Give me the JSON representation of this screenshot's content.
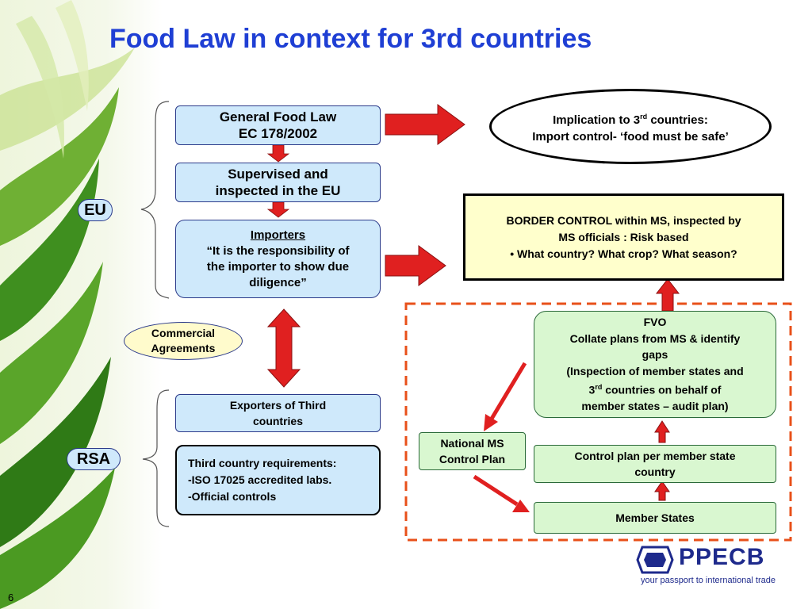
{
  "title": "Food Law in context for 3rd countries",
  "eu_tag": "EU",
  "rsa_tag": "RSA",
  "gfl": {
    "line1": "General Food Law",
    "line2": "EC 178/2002"
  },
  "supervised": {
    "line1": "Supervised and",
    "line2": "inspected in the EU"
  },
  "importers": {
    "heading": "Importers",
    "line1": "“It is the responsibility of",
    "line2": "the importer to show due",
    "line3": "diligence”"
  },
  "implication": {
    "line1_pre": "Implication to 3",
    "line1_sup": "rd",
    "line1_post": " countries:",
    "line2": "Import control- ‘food must be safe’"
  },
  "border_control": {
    "line1": "BORDER CONTROL within MS, inspected by",
    "line2": "MS officials : Risk based",
    "line3": "• What country?  What crop?  What season?"
  },
  "commercial": {
    "line1": "Commercial",
    "line2": "Agreements"
  },
  "exporters": {
    "line1": "Exporters of Third",
    "line2": "countries"
  },
  "third_country": {
    "line1": "Third country requirements:",
    "line2": "-ISO 17025 accredited labs.",
    "line3": "-Official controls"
  },
  "fvo": {
    "line1": "FVO",
    "line2": "Collate plans from MS & identify",
    "line3": "gaps",
    "line4": "(Inspection of member states and",
    "line5_pre": "3",
    "line5_sup": "rd",
    "line5_post": " countries on behalf of",
    "line6": "member states – audit plan)"
  },
  "national_ms": {
    "line1": "National MS",
    "line2": "Control Plan"
  },
  "control_plan": {
    "line1": "Control plan per member state",
    "line2": "country"
  },
  "member_states": {
    "label": "Member States"
  },
  "logo": {
    "name": "PPECB",
    "tagline": "your passport to international trade"
  },
  "slide_number": "6",
  "colors": {
    "title": "#1f3fd4",
    "arrow_red": "#e02020",
    "dashed_border": "#e8501a",
    "box_blue": "#cfe9fb",
    "box_green": "#d9f7d0",
    "box_yellow": "#ffffcc"
  }
}
